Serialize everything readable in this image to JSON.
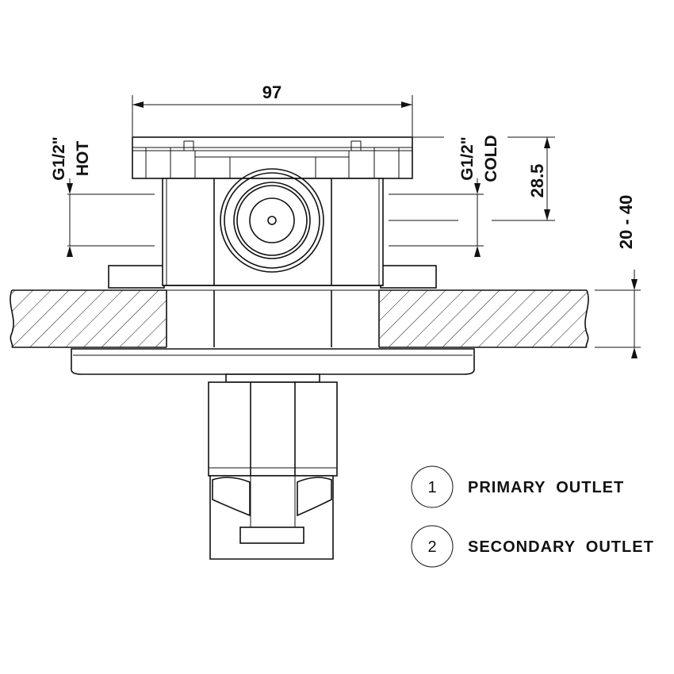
{
  "dimensions": {
    "width": "97",
    "offset": "28.5",
    "wall_range": "20 - 40"
  },
  "connections": {
    "hot_size": "G1/2\"",
    "hot_label": "HOT",
    "cold_size": "G1/2\"",
    "cold_label": "COLD"
  },
  "legend": [
    {
      "number": "1",
      "label": "PRIMARY  OUTLET"
    },
    {
      "number": "2",
      "label": "SECONDARY  OUTLET"
    }
  ]
}
